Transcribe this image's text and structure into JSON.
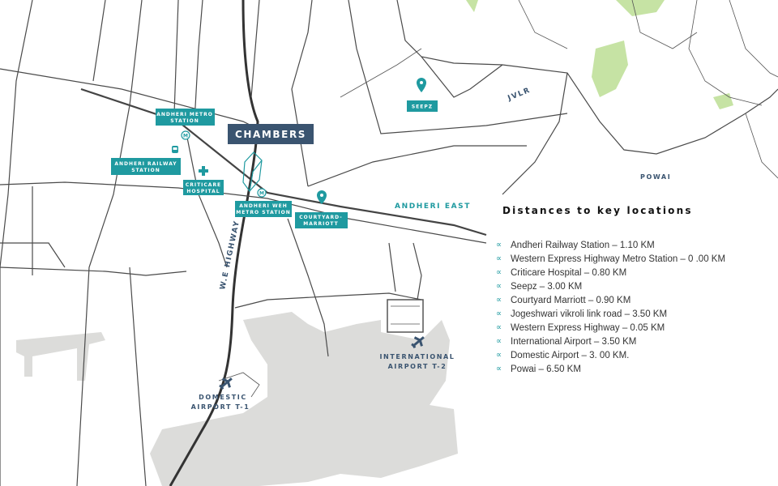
{
  "colors": {
    "teal": "#1f9aa0",
    "navy": "#3a5470",
    "airport": "#dcdcda",
    "green": "#c6e3a4"
  },
  "map": {
    "project_label": "CHAMBERS",
    "labels": {
      "andheri_metro": [
        "ANDHERI METRO",
        "STATION"
      ],
      "andheri_railway": [
        "ANDHERI RAILWAY",
        "STATION"
      ],
      "criticare": [
        "CRITICARE",
        "HOSPITAL"
      ],
      "weh_metro": [
        "ANDHERI WEH",
        "METRO STATION"
      ],
      "courtyard": [
        "COURTYARD-",
        "MARRIOTT"
      ],
      "seepz": "SEEPZ",
      "jvlr": "JVLR",
      "powai": "POWAI",
      "andheri_east": "ANDHERI EAST",
      "we_highway": "W.E HIGHWAY",
      "intl_airport": [
        "INTERNATIONAL",
        "AIRPORT T-2"
      ],
      "dom_airport": [
        "DOMESTIC",
        "AIRPORT T-1"
      ]
    },
    "icons": {
      "metro": "metro-icon",
      "train": "train-icon",
      "hospital": "hospital-cross-icon",
      "pin": "map-pin-icon",
      "plane": "airplane-icon",
      "bullet": "teal-bullet-icon"
    }
  },
  "legend": {
    "title": "Distances to key locations",
    "bullet": "∝",
    "items": [
      "Andheri Railway Station – 1.10 KM",
      "Western Express Highway Metro Station – 0 .00 KM",
      "Criticare Hospital – 0.80 KM",
      "Seepz – 3.00 KM",
      "Courtyard Marriott – 0.90 KM",
      "Jogeshwari vikroli link road – 3.50 KM",
      "Western Express Highway – 0.05 KM",
      "International Airport – 3.50 KM",
      "Domestic Airport – 3. 00 KM.",
      "Powai – 6.50 KM"
    ]
  }
}
